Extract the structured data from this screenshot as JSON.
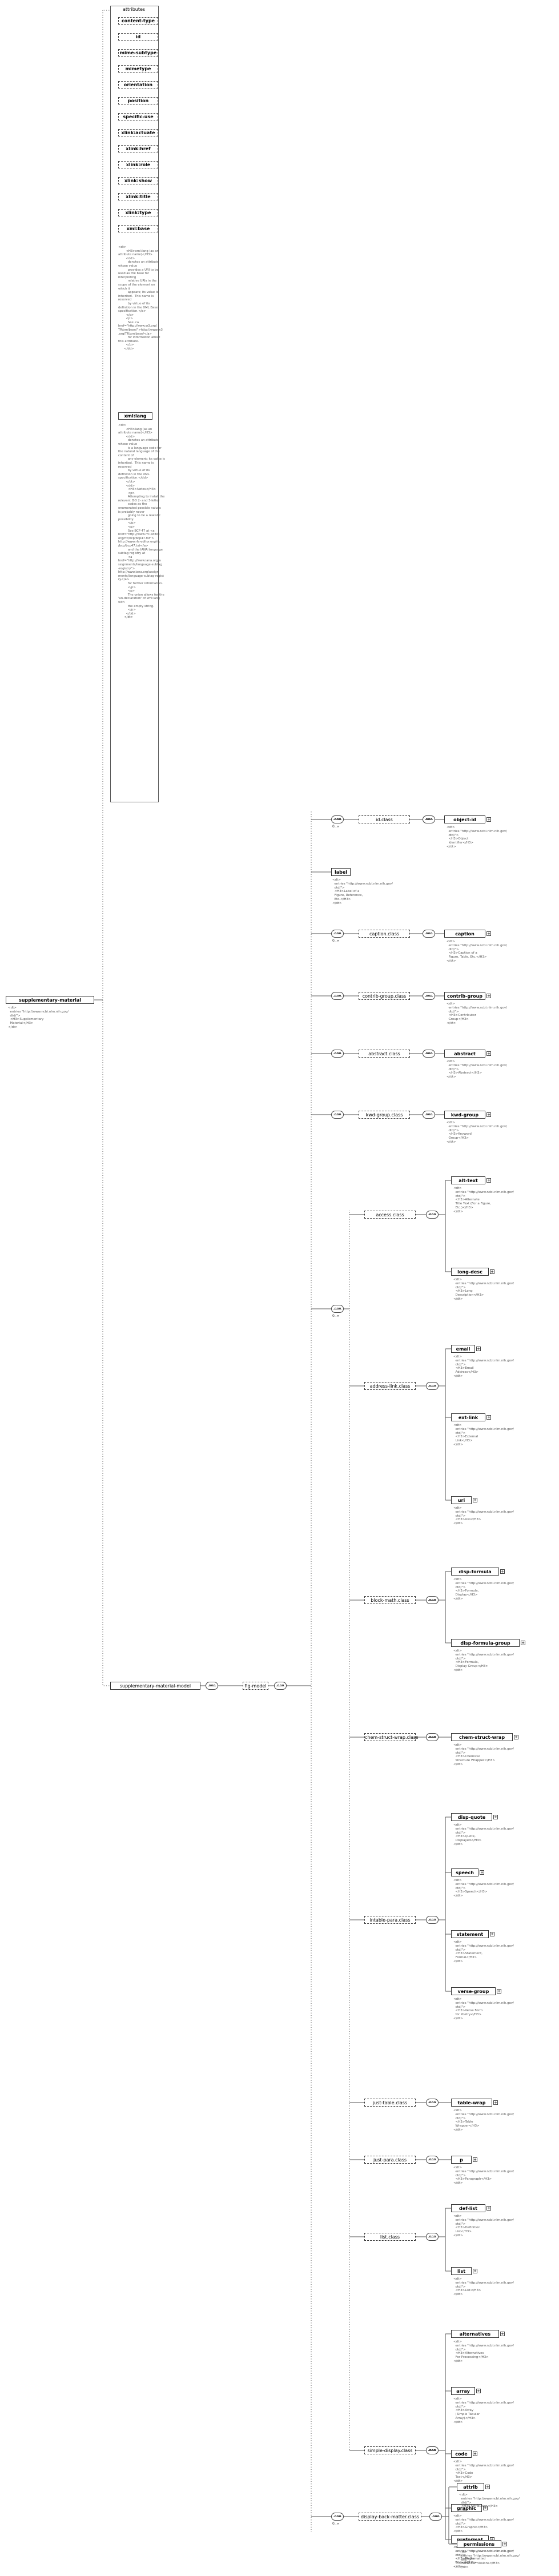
{
  "root": {
    "name": "supplementary-material",
    "doc": "<dt>\n  entries \"http://www.ncbi.nlm.nih.gov/\n  dtd/\">\n  <H3>Supplementary\n  Material</H3>\n</dt>"
  },
  "attributes": {
    "title": "attributes",
    "items": [
      {
        "name": "content-type",
        "optional": true
      },
      {
        "name": "id",
        "optional": true
      },
      {
        "name": "mime-subtype",
        "optional": true
      },
      {
        "name": "mimetype",
        "optional": true
      },
      {
        "name": "orientation",
        "optional": true
      },
      {
        "name": "position",
        "optional": true
      },
      {
        "name": "specific-use",
        "optional": true
      },
      {
        "name": "xlink:actuate",
        "optional": true
      },
      {
        "name": "xlink:href",
        "optional": true
      },
      {
        "name": "xlink:role",
        "optional": true
      },
      {
        "name": "xlink:show",
        "optional": true
      },
      {
        "name": "xlink:title",
        "optional": true
      },
      {
        "name": "xlink:type",
        "optional": true
      },
      {
        "name": "xml:base",
        "optional": true
      }
    ],
    "xml_base_doc": "<dt>\n        <H3>xml:lang (as an\nattribute name)</H3>\n        <dd>\n          denotes an attribute\nwhose value\n          provides a URI to be\nused as the base for\ninterpreting\n          relative URIs in the\nscope of the element on\nwhich it\n          appears; its value is\ninherited.  This name is\nreserved\n          by virtue of its\ndefinition in the XML Base\nspecification.</a>\n        </p>\n        <p>\n          See <a\nhref=\"http://www.w3.org/\nTR/xmlbase/\">http://www.w3\n.org/TR/xmlbase/</a>\n          for information about\nthis attribute.\n        </p>\n      </dd>",
    "xml_lang": {
      "name": "xml:lang",
      "optional": false
    },
    "xml_lang_doc": "<dt>\n        <H3>lang (as an\nattribute name)</H3>\n        <dd>\n          denotes an attribute\nwhose value\n          is a language code for\nthe natural language of the\ncontent of\n          any element; its value is\ninherited.  This name is\nreserved\n          by virtue of its\ndefinition in the XML\nspecification.</dd>\n        </dt>\n        <dd>\n          <H3>Notes</H3>\n          <p>\n          Attempting to install the\nrelevant ISO 2- and 3-letter\n          codes as the\nenumerated possible values\nis probably never\n          going to be a realistic\npossibility.\n          </p>\n          <p>\n          See BCP 47 at <a\nhref=\"http://www.rfc-editor.\norg/rfc/bcp/bcp47.txt\">\nhttp://www.rfc-editor.org/rfc\n/bcp/bcp47.txt</a>\n          and the IANA language\nsubtag registry at\n          <a\nhref=\"http://www.iana.org/a\nssignments/language-subtag\n-registry\">\nhttp://www.iana.org/assign\nments/language-subtag-regist\nry</a>\n          for further information.\n          </p>\n          <p>\n          The union allows for the\n'un-declaration' of xml:lang\nwith\n          the empty string.\n          </p>\n        </dd>\n      </dt>"
  },
  "model": {
    "group": "supplementary-material-model",
    "group2": "fig-model"
  },
  "classes": [
    {
      "key": "id",
      "name": "id.class",
      "occurs": "0..∞",
      "children": [
        {
          "name": "object-id",
          "doc": "<dt>\n  entries \"http://www.ncbi.nlm.nih.gov/\n  dtd/\">\n  <H3>Object\n  Identifier</H3>\n</dt>"
        }
      ]
    },
    {
      "key": "label",
      "name": "label",
      "doc": "<dt>\n  entries \"http://www.ncbi.nlm.nih.gov/\n  dtd/\">\n  <H3>Label of a\n  Figure, Reference,\n  Etc.</H3>\n</dt>"
    },
    {
      "key": "caption",
      "name": "caption.class",
      "occurs": "0..∞",
      "children": [
        {
          "name": "caption",
          "doc": "<dt>\n  entries \"http://www.ncbi.nlm.nih.gov/\n  dtd/\">\n  <H3>Caption of a\n  Figure, Table, Etc.</H3>\n</dt>"
        }
      ]
    },
    {
      "key": "contrib-group",
      "name": "contrib-group.class",
      "children": [
        {
          "name": "contrib-group",
          "doc": "<dt>\n  entries \"http://www.ncbi.nlm.nih.gov/\n  dtd/\">\n  <H3>Contributor\n  Group</H3>\n</dt>"
        }
      ]
    },
    {
      "key": "abstract",
      "name": "abstract.class",
      "children": [
        {
          "name": "abstract",
          "doc": "<dt>\n  entries \"http://www.ncbi.nlm.nih.gov/\n  dtd/\">\n  <H3>Abstract</H3>\n</dt>"
        }
      ]
    },
    {
      "key": "kwd-group",
      "name": "kwd-group.class",
      "children": [
        {
          "name": "kwd-group",
          "doc": "<dt>\n  entries \"http://www.ncbi.nlm.nih.gov/\n  dtd/\">\n  <H3>Keyword\n  Group</H3>\n</dt>"
        }
      ]
    }
  ],
  "choice": {
    "occurs": "0..∞",
    "classes": [
      {
        "key": "access",
        "name": "access.class",
        "children": [
          {
            "name": "alt-text",
            "doc": "<dt>\n  entries \"http://www.ncbi.nlm.nih.gov/\n  dtd/\">\n  <H3>Alternate\n  Title Text (For a Figure,\n  Etc.)</H3>\n</dt>"
          },
          {
            "name": "long-desc",
            "doc": "<dt>\n  entries \"http://www.ncbi.nlm.nih.gov/\n  dtd/\">\n  <H3>Long\n  Description</H3>\n</dt>"
          }
        ]
      },
      {
        "key": "address-link",
        "name": "address-link.class",
        "children": [
          {
            "name": "email",
            "doc": "<dt>\n  entries \"http://www.ncbi.nlm.nih.gov/\n  dtd/\">\n  <H3>Email\n  Address</H3>\n</dt>"
          },
          {
            "name": "ext-link",
            "doc": "<dt>\n  entries \"http://www.ncbi.nlm.nih.gov/\n  dtd/\">\n  <H3>External\n  Link</H3>\n</dt>"
          },
          {
            "name": "uri",
            "doc": "<dt>\n  entries \"http://www.ncbi.nlm.nih.gov/\n  dtd/\">\n  <H3>URI</H3>\n</dt>"
          }
        ]
      },
      {
        "key": "block-math",
        "name": "block-math.class",
        "children": [
          {
            "name": "disp-formula",
            "doc": "<dt>\n  entries \"http://www.ncbi.nlm.nih.gov/\n  dtd/\">\n  <H3>Formula,\n  Display</H3>\n</dt>"
          },
          {
            "name": "disp-formula-group",
            "doc": "<dt>\n  entries \"http://www.ncbi.nlm.nih.gov/\n  dtd/\">\n  <H3>Formula,\n  Display Group</H3>\n</dt>"
          }
        ]
      },
      {
        "key": "chem-struct-wrap",
        "name": "chem-struct-wrap.class",
        "children": [
          {
            "name": "chem-struct-wrap",
            "doc": "<dt>\n  entries \"http://www.ncbi.nlm.nih.gov/\n  dtd/\">\n  <H3>Chemical\n  Structure Wrapper</H3>\n</dt>"
          }
        ]
      },
      {
        "key": "intable-para",
        "name": "intable-para.class",
        "children": [
          {
            "name": "disp-quote",
            "doc": "<dt>\n  entries \"http://www.ncbi.nlm.nih.gov/\n  dtd/\">\n  <H3>Quote,\n  Displayed</H3>\n</dt>"
          },
          {
            "name": "speech",
            "doc": "<dt>\n  entries \"http://www.ncbi.nlm.nih.gov/\n  dtd/\">\n  <H3>Speech</H3>\n</dt>"
          },
          {
            "name": "statement",
            "doc": "<dt>\n  entries \"http://www.ncbi.nlm.nih.gov/\n  dtd/\">\n  <H3>Statement,\n  Formal</H3>\n</dt>"
          },
          {
            "name": "verse-group",
            "doc": "<dt>\n  entries \"http://www.ncbi.nlm.nih.gov/\n  dtd/\">\n  <H3>Verse Form\n  for Poetry</H3>\n</dt>"
          }
        ]
      },
      {
        "key": "just-table",
        "name": "just-table.class",
        "children": [
          {
            "name": "table-wrap",
            "doc": "<dt>\n  entries \"http://www.ncbi.nlm.nih.gov/\n  dtd/\">\n  <H3>Table\n  Wrapper</H3>\n</dt>"
          }
        ]
      },
      {
        "key": "just-para",
        "name": "just-para.class",
        "children": [
          {
            "name": "p",
            "doc": "<dt>\n  entries \"http://www.ncbi.nlm.nih.gov/\n  dtd/\">\n  <H3>Paragraph</H3>\n</dt>"
          }
        ]
      },
      {
        "key": "list",
        "name": "list.class",
        "children": [
          {
            "name": "def-list",
            "doc": "<dt>\n  entries \"http://www.ncbi.nlm.nih.gov/\n  dtd/\">\n  <H3>Definition\n  List</H3>\n</dt>"
          },
          {
            "name": "list",
            "doc": "<dt>\n  entries \"http://www.ncbi.nlm.nih.gov/\n  dtd/\">\n  <H3>List</H3>\n</dt>"
          }
        ]
      },
      {
        "key": "simple-display",
        "name": "simple-display.class",
        "children": [
          {
            "name": "alternatives",
            "doc": "<dt>\n  entries \"http://www.ncbi.nlm.nih.gov/\n  dtd/\">\n  <H3>Alternatives\n  For Processing</H3>\n</dt>"
          },
          {
            "name": "array",
            "doc": "<dt>\n  entries \"http://www.ncbi.nlm.nih.gov/\n  dtd/\">\n  <H3>Array\n  (Simple Tabular\n  Array)</H3>\n</dt>"
          },
          {
            "name": "code",
            "doc": "<dt>\n  entries \"http://www.ncbi.nlm.nih.gov/\n  dtd/\">\n  <H3>Code\n  Text</H3>\n</dt>"
          },
          {
            "name": "graphic",
            "doc": "<dt>\n  entries \"http://www.ncbi.nlm.nih.gov/\n  dtd/\">\n  <H3>Graphic</H3>\n</dt>"
          },
          {
            "name": "media",
            "doc": "<dt>\n  entries \"http://www.ncbi.nlm.nih.gov/\n  dtd/\">\n  <H3>Media\n  Object</H3>\n</dt>"
          },
          {
            "name": "preformat",
            "doc": "<dt>\n  entries \"http://www.ncbi.nlm.nih.gov/\n  dtd/\">\n  <H3>Preformatted\n  Text</H3>\n</dt>"
          }
        ]
      }
    ]
  },
  "display_back_matter": {
    "name": "display-back-matter.class",
    "occurs": "0..∞",
    "children": [
      {
        "name": "attrib",
        "doc": "<dt>\n  entries \"http://www.ncbi.nlm.nih.gov/\n  dtd/\">\n  <H3>Attribution</H3>\n</dt>"
      },
      {
        "name": "permissions",
        "doc": "<dt>\n  entries \"http://www.ncbi.nlm.nih.gov/\n  dtd/\">\n  <H3>Permissions</H3>\n</dt>"
      }
    ]
  }
}
